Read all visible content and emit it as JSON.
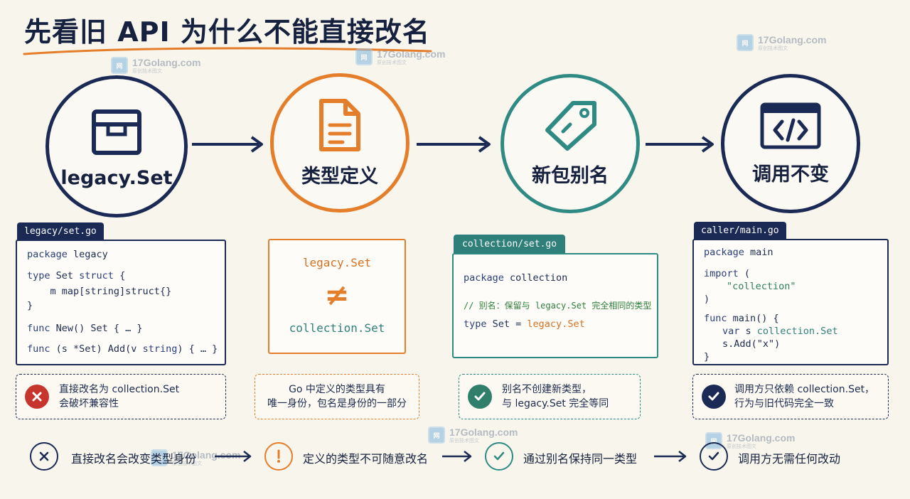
{
  "title": "先看旧 API 为什么不能直接改名",
  "watermark": {
    "site": "17Golang.com",
    "sub": "原创技术图文",
    "logo": "网"
  },
  "colors": {
    "navy": "#1b2a55",
    "orange": "#e57e2b",
    "teal": "#2f8a84",
    "red": "#c6362c",
    "background": "#f8f5ec"
  },
  "steps": [
    {
      "label": "legacy.Set",
      "icon": "box-icon"
    },
    {
      "label": "类型定义",
      "icon": "document-icon"
    },
    {
      "label": "新包别名",
      "icon": "tag-icon"
    },
    {
      "label": "调用不变",
      "icon": "code-window-icon"
    }
  ],
  "panels": {
    "legacy": {
      "filename": "legacy/set.go",
      "lines": [
        [
          "package",
          " legacy"
        ],
        [
          "type",
          " Set ",
          "struct",
          " {"
        ],
        [
          "    m map[string]struct{}"
        ],
        [
          "}"
        ],
        [
          "func",
          " New() Set { … }"
        ],
        [
          "func",
          " (s *Set) Add(v ",
          "string",
          ") { … }"
        ]
      ]
    },
    "compare": {
      "left": "legacy.Set",
      "symbol": "≠",
      "right": "collection.Set"
    },
    "collection": {
      "filename": "collection/set.go",
      "line1_kw": "package",
      "line1_rest": " collection",
      "comment": "// 别名：保留与 legacy.Set 完全相同的类型",
      "line3_kw": "type",
      "line3_mid": " Set = ",
      "line3_val": "legacy.Set"
    },
    "caller": {
      "filename": "caller/main.go",
      "l1_kw": "package",
      "l1_rest": " main",
      "l2_kw": "import",
      "l2_rest": " (",
      "l3": "\"collection\"",
      "l4": ")",
      "l5_kw": "func",
      "l5_rest": " main() {",
      "l6_kw": "var",
      "l6_mid": " s ",
      "l6_type": "collection.Set",
      "l7": "s.Add(\"x\")",
      "l8": "}"
    }
  },
  "notes": [
    {
      "line1": "直接改名为 collection.Set",
      "line2": "会破坏兼容性",
      "icon": "x-circle-icon"
    },
    {
      "line1": "Go 中定义的类型具有",
      "line2": "唯一身份，包名是身份的一部分"
    },
    {
      "line1": "别名不创建新类型，",
      "line2": "与 legacy.Set 完全等同",
      "icon": "check-circle-icon"
    },
    {
      "line1": "调用方只依赖 collection.Set，",
      "line2": "行为与旧代码完全一致",
      "icon": "check-circle-icon"
    }
  ],
  "summary": [
    {
      "text": "直接改名会改变类型身份",
      "icon": "x-icon"
    },
    {
      "text": "定义的类型不可随意改名",
      "icon": "exclamation-icon"
    },
    {
      "text": "通过别名保持同一类型",
      "icon": "check-icon"
    },
    {
      "text": "调用方无需任何改动",
      "icon": "check-icon"
    }
  ]
}
